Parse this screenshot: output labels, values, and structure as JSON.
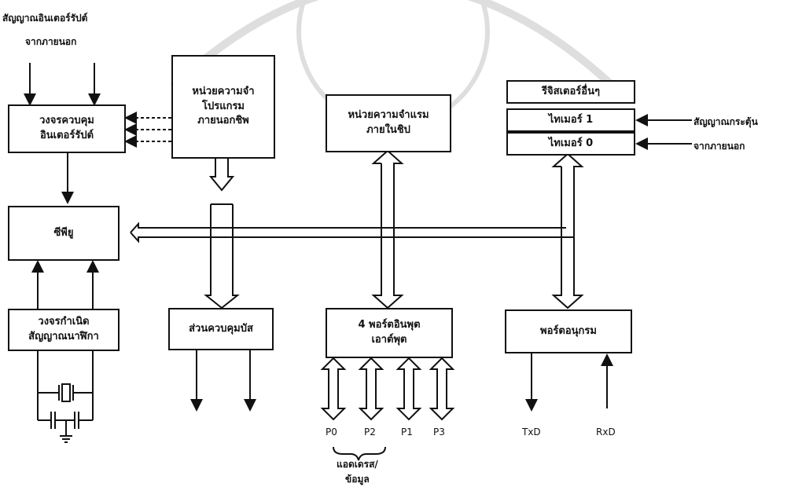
{
  "external_interrupt_label": [
    "สัญญาณอินเตอร์รัปต์",
    "จากภายนอก"
  ],
  "interrupt_control": [
    "วงจรควบคุม",
    "อินเตอร์รัปต์"
  ],
  "program_memory": [
    "หน่วยความจำ",
    "โปรแกรม",
    "ภายนอกชิพ"
  ],
  "onchip_memory": [
    "หน่วยความจำแรม",
    "ภายในชิป"
  ],
  "other_registers": "รีจิสเตอร์อื่นๆ",
  "timer1": "ไทเมอร์ 1",
  "timer0": "ไทเมอร์ 0",
  "external_trigger_label": [
    "สัญญาณกระตุ้น",
    "จากภายนอก"
  ],
  "cpu": "ซีพียู",
  "clock_circuit": [
    "วงจรกำเนิด",
    "สัญญาณนาฬิกา"
  ],
  "bus_control": "ส่วนควบคุมบัส",
  "io_ports": [
    "4 พอร์ตอินพุต",
    "เอาต์พุต"
  ],
  "serial_port": "พอร์ตอนุกรม",
  "port_labels": [
    "P0",
    "P2",
    "P1",
    "P3"
  ],
  "address_data_label": [
    "แอดเดรส/",
    "ข้อมูล"
  ],
  "txd": "TxD",
  "rxd": "RxD"
}
